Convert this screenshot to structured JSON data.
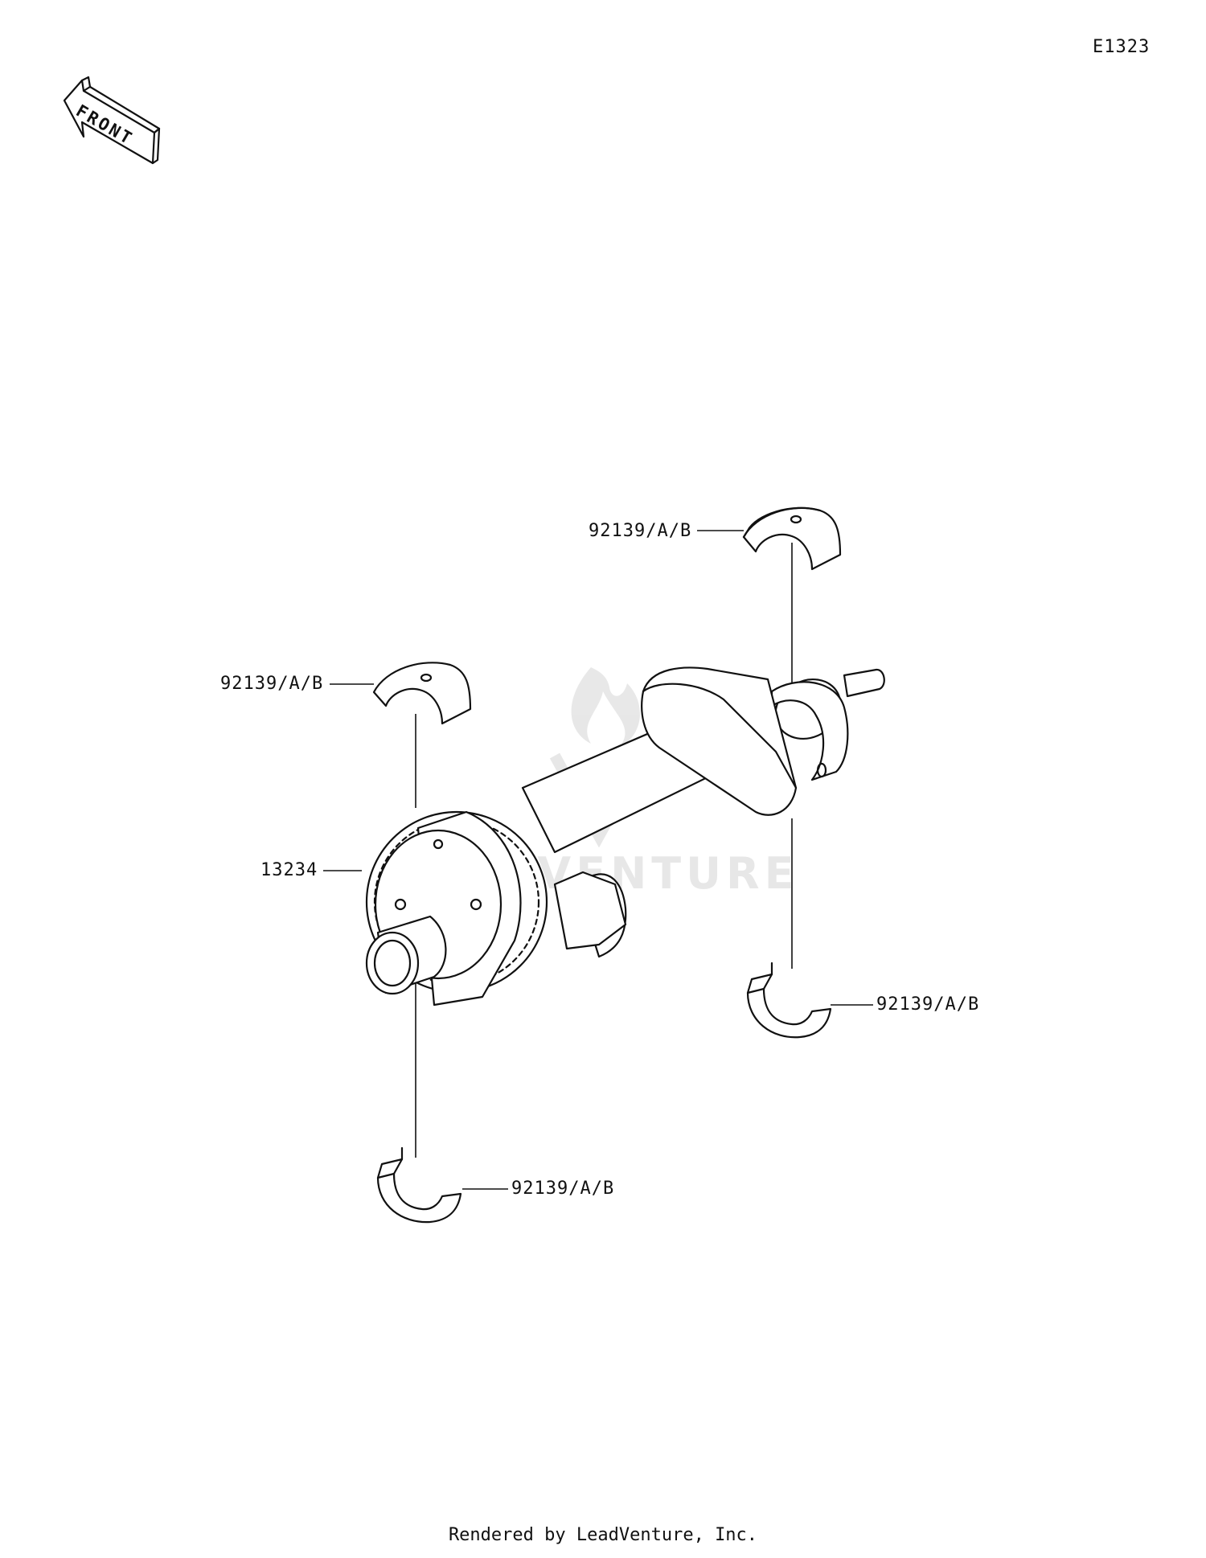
{
  "diagram": {
    "code": "E1323",
    "front_label": "FRONT",
    "footer": "Rendered by LeadVenture, Inc.",
    "watermark": "LEADVENTURE"
  },
  "callouts": {
    "top": "92139/A/B",
    "upper_left": "92139/A/B",
    "gear": "13234",
    "right": "92139/A/B",
    "bottom": "92139/A/B"
  },
  "icons": {
    "front_arrow": "front-arrow-icon",
    "watermark_logo": "flame-logo-icon"
  }
}
